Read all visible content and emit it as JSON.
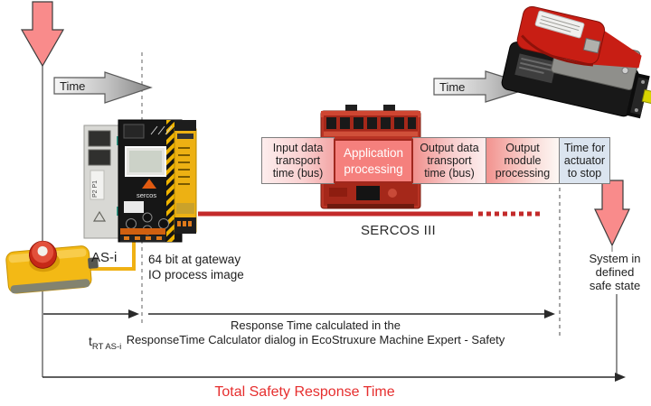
{
  "labels": {
    "time": "Time",
    "sercos_bus": "SERCOS III",
    "asi": "AS-i",
    "gateway_note_line1": "64 bit at gateway",
    "gateway_note_line2": "IO process image",
    "t_base": "t",
    "t_sub": "RT AS-i",
    "response_line1": "Response Time calculated in the",
    "response_line2": "ResponseTime Calculator dialog in EcoStruxure Machine Expert - Safety",
    "system_line1": "System in",
    "system_line2": "defined",
    "system_line3": "safe state",
    "total": "Total Safety Response Time",
    "gateway_logo": "sercos",
    "gateway_port_label": "P2 P1"
  },
  "band": {
    "boxes": [
      {
        "name": "input-data-transport",
        "lines": [
          "Input data",
          "transport",
          "time (bus)"
        ]
      },
      {
        "name": "application-processing",
        "lines": [
          "Application",
          "processing"
        ]
      },
      {
        "name": "output-data-transport",
        "lines": [
          "Output data",
          "transport",
          "time (bus)"
        ]
      },
      {
        "name": "output-module-processing",
        "lines": [
          "Output",
          "module",
          "processing"
        ]
      },
      {
        "name": "time-for-actuator-stop",
        "lines": [
          "Time for",
          "actuator",
          "to stop"
        ]
      }
    ]
  },
  "colors": {
    "accent_red_text": "#e62e2e",
    "sercos_line_red": "#c32a2a",
    "app_box_fill": "#f5807d",
    "app_box_border": "#a1281e",
    "actuator_box_blue": "#dbe4ef",
    "red_arrow_fill": "#f98b8b",
    "asi_cable_yellow": "#f0b114",
    "time_arrow_gray": "#8a8a8a"
  },
  "icons": {
    "down_arrow_left": "red-down-arrow",
    "down_arrow_right": "red-down-arrow",
    "time_arrow_left": "gray-right-arrow",
    "time_arrow_right": "gray-right-arrow",
    "gateway_device": "asi-sercos-safety-gateway",
    "safety_controller": "red-safety-controller",
    "servo_actuator": "servo-motor-with-drive",
    "emergency_stop": "emergency-stop-button"
  }
}
